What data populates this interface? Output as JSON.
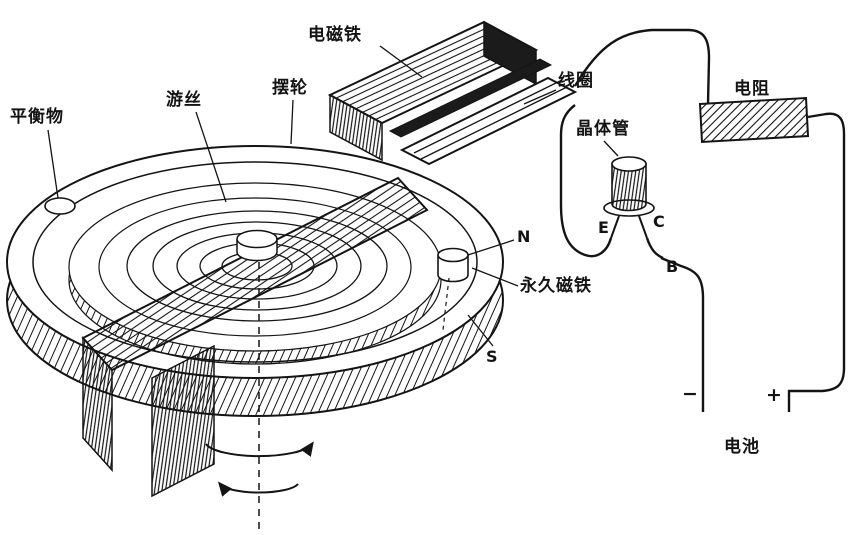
{
  "figure": {
    "labels": {
      "balance_weight": "平衡物",
      "hairspring": "游丝",
      "balance_wheel": "摆轮",
      "electromagnet": "电磁铁",
      "coil": "线圈",
      "transistor": "晶体管",
      "resistor": "电阻",
      "permanent_magnet": "永久磁铁",
      "battery": "电池",
      "pole_n": "N",
      "pole_s": "S",
      "emitter": "E",
      "collector": "C",
      "base": "B",
      "terminal_negative": "−",
      "terminal_positive": "+"
    },
    "colors": {
      "ink": "#141414",
      "paper": "#ffffff"
    }
  }
}
